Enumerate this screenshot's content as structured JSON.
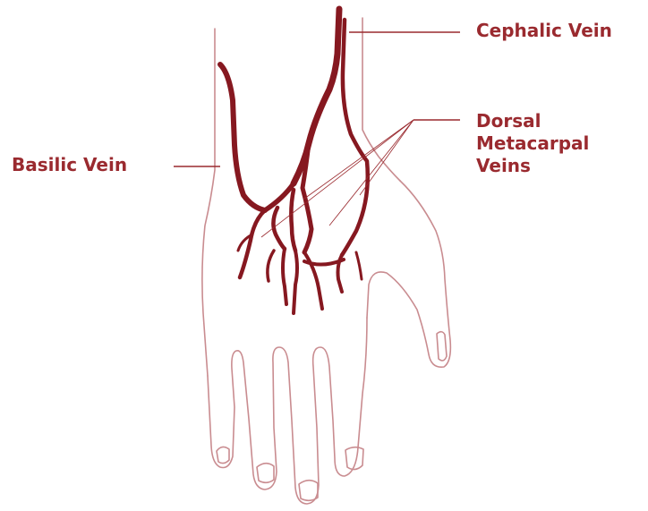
{
  "diagram": {
    "labels": {
      "cephalic": "Cephalic Vein",
      "basilic": "Basilic Vein",
      "dorsal": [
        "Dorsal",
        "Metacarpal",
        "Veins"
      ]
    },
    "colors": {
      "vein": "#861820",
      "outline": "#c98c90",
      "label": "#9a2a2f",
      "leader": "#9a2a2f"
    }
  }
}
